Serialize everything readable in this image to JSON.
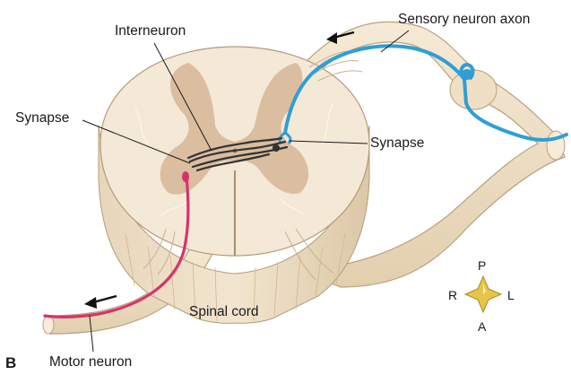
{
  "figure_letter": "B",
  "labels": {
    "interneuron": "Interneuron",
    "sensory_axon": "Sensory neuron axon",
    "synapse_left": "Synapse",
    "synapse_right": "Synapse",
    "spinal_cord": "Spinal cord",
    "motor_neuron": "Motor neuron"
  },
  "compass": {
    "top": "P",
    "bottom": "A",
    "left": "R",
    "right": "L"
  },
  "colors": {
    "sensory": "#2e9fd6",
    "motor": "#d6336c",
    "interneuron": "#333333",
    "white_matter": "#f3e6d3",
    "gray_matter": "#d8b99a",
    "nerve": "#efe0c6",
    "compass_star": "#e8c44a"
  }
}
